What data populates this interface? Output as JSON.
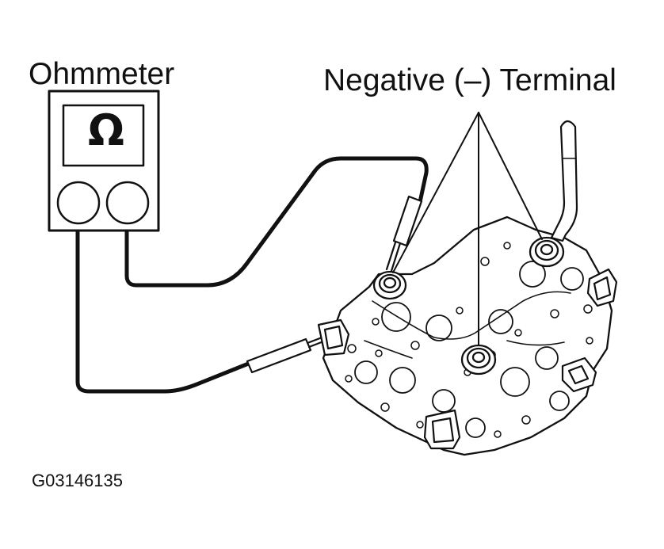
{
  "labels": {
    "meter": "Ohmmeter",
    "terminal": "Negative (–) Terminal",
    "figure_id": "G03146135",
    "meter_symbol": "Ω"
  },
  "colors": {
    "ink": "#111111",
    "background": "#ffffff"
  }
}
